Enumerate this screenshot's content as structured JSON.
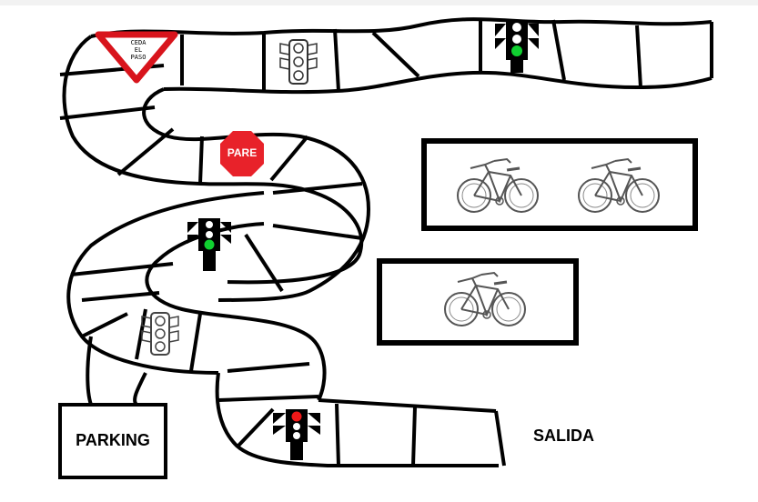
{
  "board": {
    "exit_label": "SALIDA",
    "parking_label": "PARKING"
  },
  "signs": {
    "stop_text": "PARE",
    "yield_text_line1": "CEDA",
    "yield_text_line2": "EL",
    "yield_text_line3": "PASO"
  },
  "colors": {
    "road_stroke": "#000000",
    "stop_red": "#e8222a",
    "yield_red": "#d8141c",
    "go_green": "#10d030",
    "light_red": "#f01818"
  },
  "icons": [
    "bicycle-icon",
    "traffic-light-icon",
    "stop-sign-icon",
    "yield-sign-icon"
  ]
}
